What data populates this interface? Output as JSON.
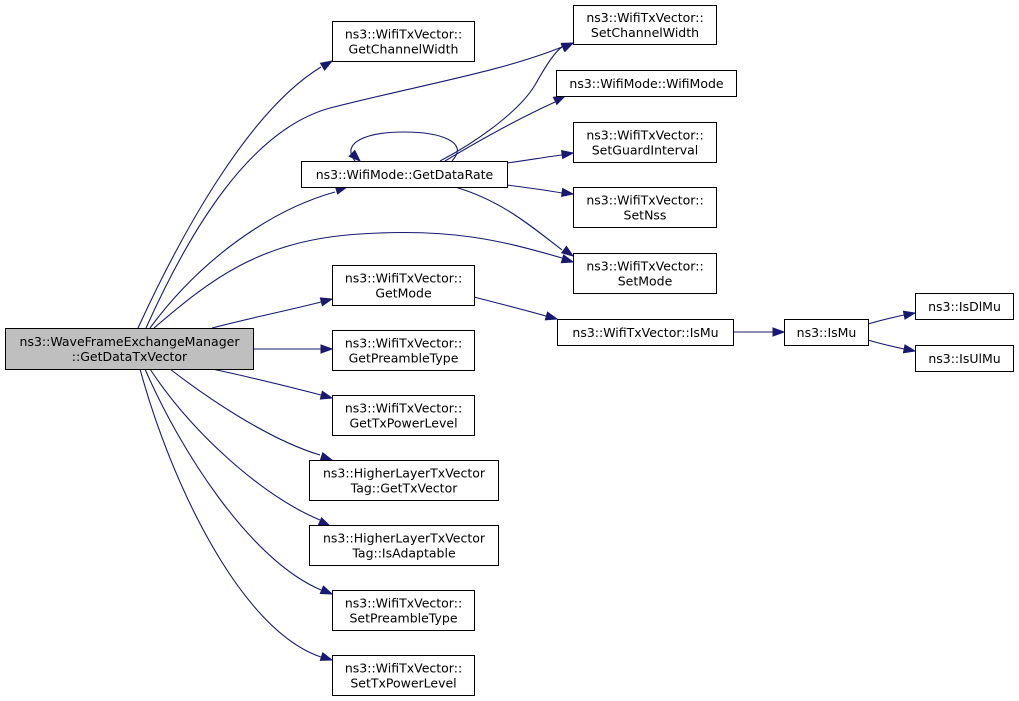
{
  "nodes": [
    {
      "id": "root",
      "lines": [
        "ns3::WaveFrameExchangeManager",
        "::GetDataTxVector"
      ],
      "root": true
    },
    {
      "id": "getChannelWidth",
      "lines": [
        "ns3::WifiTxVector::",
        "GetChannelWidth"
      ]
    },
    {
      "id": "getDataRate",
      "lines": [
        "ns3::WifiMode::GetDataRate"
      ]
    },
    {
      "id": "getMode",
      "lines": [
        "ns3::WifiTxVector::",
        "GetMode"
      ]
    },
    {
      "id": "getPreambleType",
      "lines": [
        "ns3::WifiTxVector::",
        "GetPreambleType"
      ]
    },
    {
      "id": "getTxPowerLevel",
      "lines": [
        "ns3::WifiTxVector::",
        "GetTxPowerLevel"
      ]
    },
    {
      "id": "getTxVector",
      "lines": [
        "ns3::HigherLayerTxVector",
        "Tag::GetTxVector"
      ]
    },
    {
      "id": "isAdaptable",
      "lines": [
        "ns3::HigherLayerTxVector",
        "Tag::IsAdaptable"
      ]
    },
    {
      "id": "setPreambleType",
      "lines": [
        "ns3::WifiTxVector::",
        "SetPreambleType"
      ]
    },
    {
      "id": "setTxPowerLevel",
      "lines": [
        "ns3::WifiTxVector::",
        "SetTxPowerLevel"
      ]
    },
    {
      "id": "setChannelWidth",
      "lines": [
        "ns3::WifiTxVector::",
        "SetChannelWidth"
      ]
    },
    {
      "id": "wifiMode",
      "lines": [
        "ns3::WifiMode::WifiMode"
      ]
    },
    {
      "id": "setGuardInterval",
      "lines": [
        "ns3::WifiTxVector::",
        "SetGuardInterval"
      ]
    },
    {
      "id": "setNss",
      "lines": [
        "ns3::WifiTxVector::",
        "SetNss"
      ]
    },
    {
      "id": "setMode",
      "lines": [
        "ns3::WifiTxVector::",
        "SetMode"
      ]
    },
    {
      "id": "isMuTxVector",
      "lines": [
        "ns3::WifiTxVector::IsMu"
      ]
    },
    {
      "id": "isMu",
      "lines": [
        "ns3::IsMu"
      ]
    },
    {
      "id": "isDlMu",
      "lines": [
        "ns3::IsDlMu"
      ]
    },
    {
      "id": "isUlMu",
      "lines": [
        "ns3::IsUlMu"
      ]
    }
  ],
  "edges": [
    {
      "from": "root",
      "to": "getChannelWidth"
    },
    {
      "from": "root",
      "to": "setChannelWidth"
    },
    {
      "from": "root",
      "to": "getDataRate"
    },
    {
      "from": "root",
      "to": "setMode"
    },
    {
      "from": "root",
      "to": "getMode"
    },
    {
      "from": "root",
      "to": "getPreambleType"
    },
    {
      "from": "root",
      "to": "getTxPowerLevel"
    },
    {
      "from": "root",
      "to": "getTxVector"
    },
    {
      "from": "root",
      "to": "isAdaptable"
    },
    {
      "from": "root",
      "to": "setPreambleType"
    },
    {
      "from": "root",
      "to": "setTxPowerLevel"
    },
    {
      "from": "getDataRate",
      "to": "getDataRate"
    },
    {
      "from": "getDataRate",
      "to": "setChannelWidth"
    },
    {
      "from": "getDataRate",
      "to": "wifiMode"
    },
    {
      "from": "getDataRate",
      "to": "setGuardInterval"
    },
    {
      "from": "getDataRate",
      "to": "setNss"
    },
    {
      "from": "getDataRate",
      "to": "setMode"
    },
    {
      "from": "getMode",
      "to": "isMuTxVector"
    },
    {
      "from": "isMuTxVector",
      "to": "isMu"
    },
    {
      "from": "isMu",
      "to": "isDlMu"
    },
    {
      "from": "isMu",
      "to": "isUlMu"
    }
  ]
}
